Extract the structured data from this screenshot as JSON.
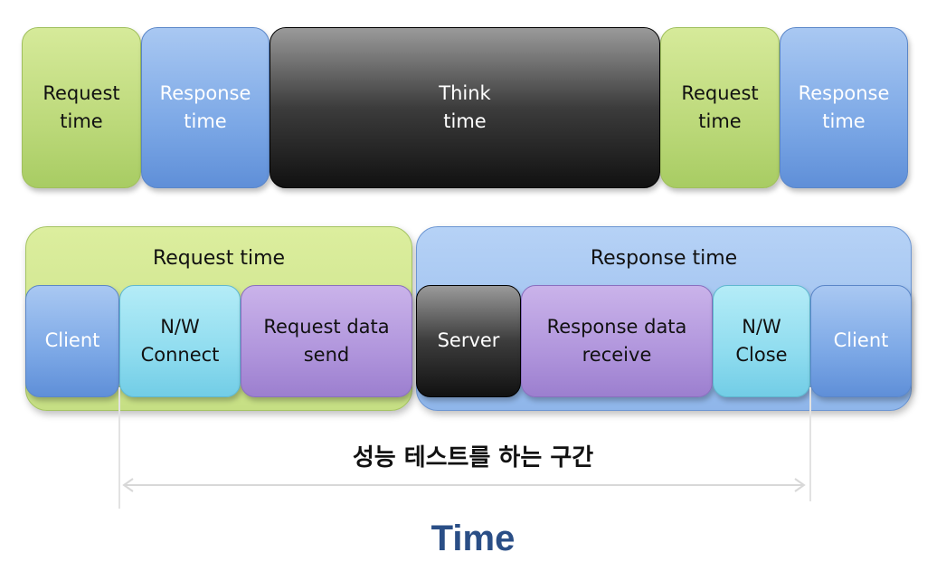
{
  "top_row": [
    {
      "id": "request1",
      "label": "Request\ntime"
    },
    {
      "id": "response1",
      "label": "Response\ntime"
    },
    {
      "id": "think",
      "label": "Think\ntime"
    },
    {
      "id": "request2",
      "label": "Request\ntime"
    },
    {
      "id": "response2",
      "label": "Response\ntime"
    }
  ],
  "request_group": {
    "title": "Request time",
    "client": "Client",
    "nw_connect": "N/W\nConnect",
    "request_send": "Request data\nsend"
  },
  "response_group": {
    "title": "Response time",
    "server": "Server",
    "response_receive": "Response data\nreceive",
    "nw_close": "N/W\nClose",
    "client": "Client"
  },
  "range_label": "성능 테스트를 하는 구간",
  "axis_title": "Time",
  "colors": {
    "request": "#bcd97a",
    "response": "#7ca8e6",
    "think": "#3c3c3c",
    "network": "#8fdcef",
    "data": "#b095dc",
    "axis_title": "#2a4e86"
  }
}
